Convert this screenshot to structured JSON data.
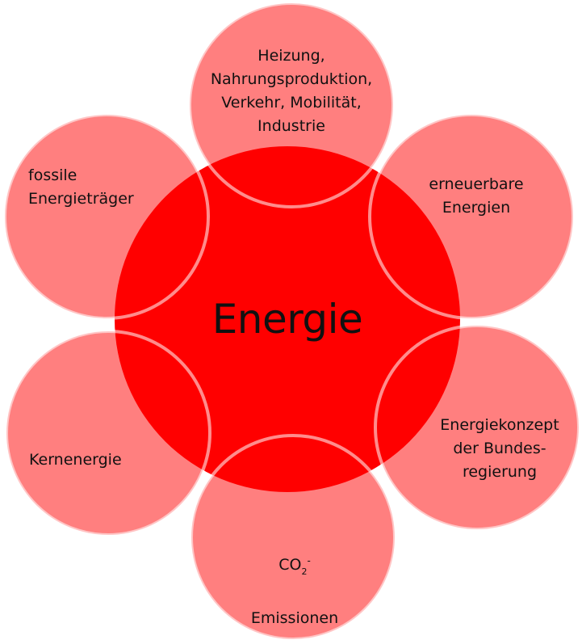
{
  "colors": {
    "center_fill": "#ff0000",
    "satellite_fill": "#ff7f7f",
    "satellite_stroke": "#ffffff",
    "text": "#111111"
  },
  "diagram": {
    "center_label": "Energie",
    "satellites": [
      {
        "id": "top",
        "label": "Heizung,\nNahrungsproduktion,\nVerkehr, Mobilität,\nIndustrie"
      },
      {
        "id": "upper-right",
        "label": "erneuerbare\nEnergien"
      },
      {
        "id": "lower-right",
        "label": "Energiekonzept\nder Bundes-\nregierung"
      },
      {
        "id": "bottom",
        "label_co": "CO",
        "label_sub": "2",
        "label_dash": "-",
        "label_rest": "Emissionen"
      },
      {
        "id": "lower-left",
        "label": "Kernenergie"
      },
      {
        "id": "upper-left",
        "label": "fossile\nEnergieträger"
      }
    ]
  }
}
